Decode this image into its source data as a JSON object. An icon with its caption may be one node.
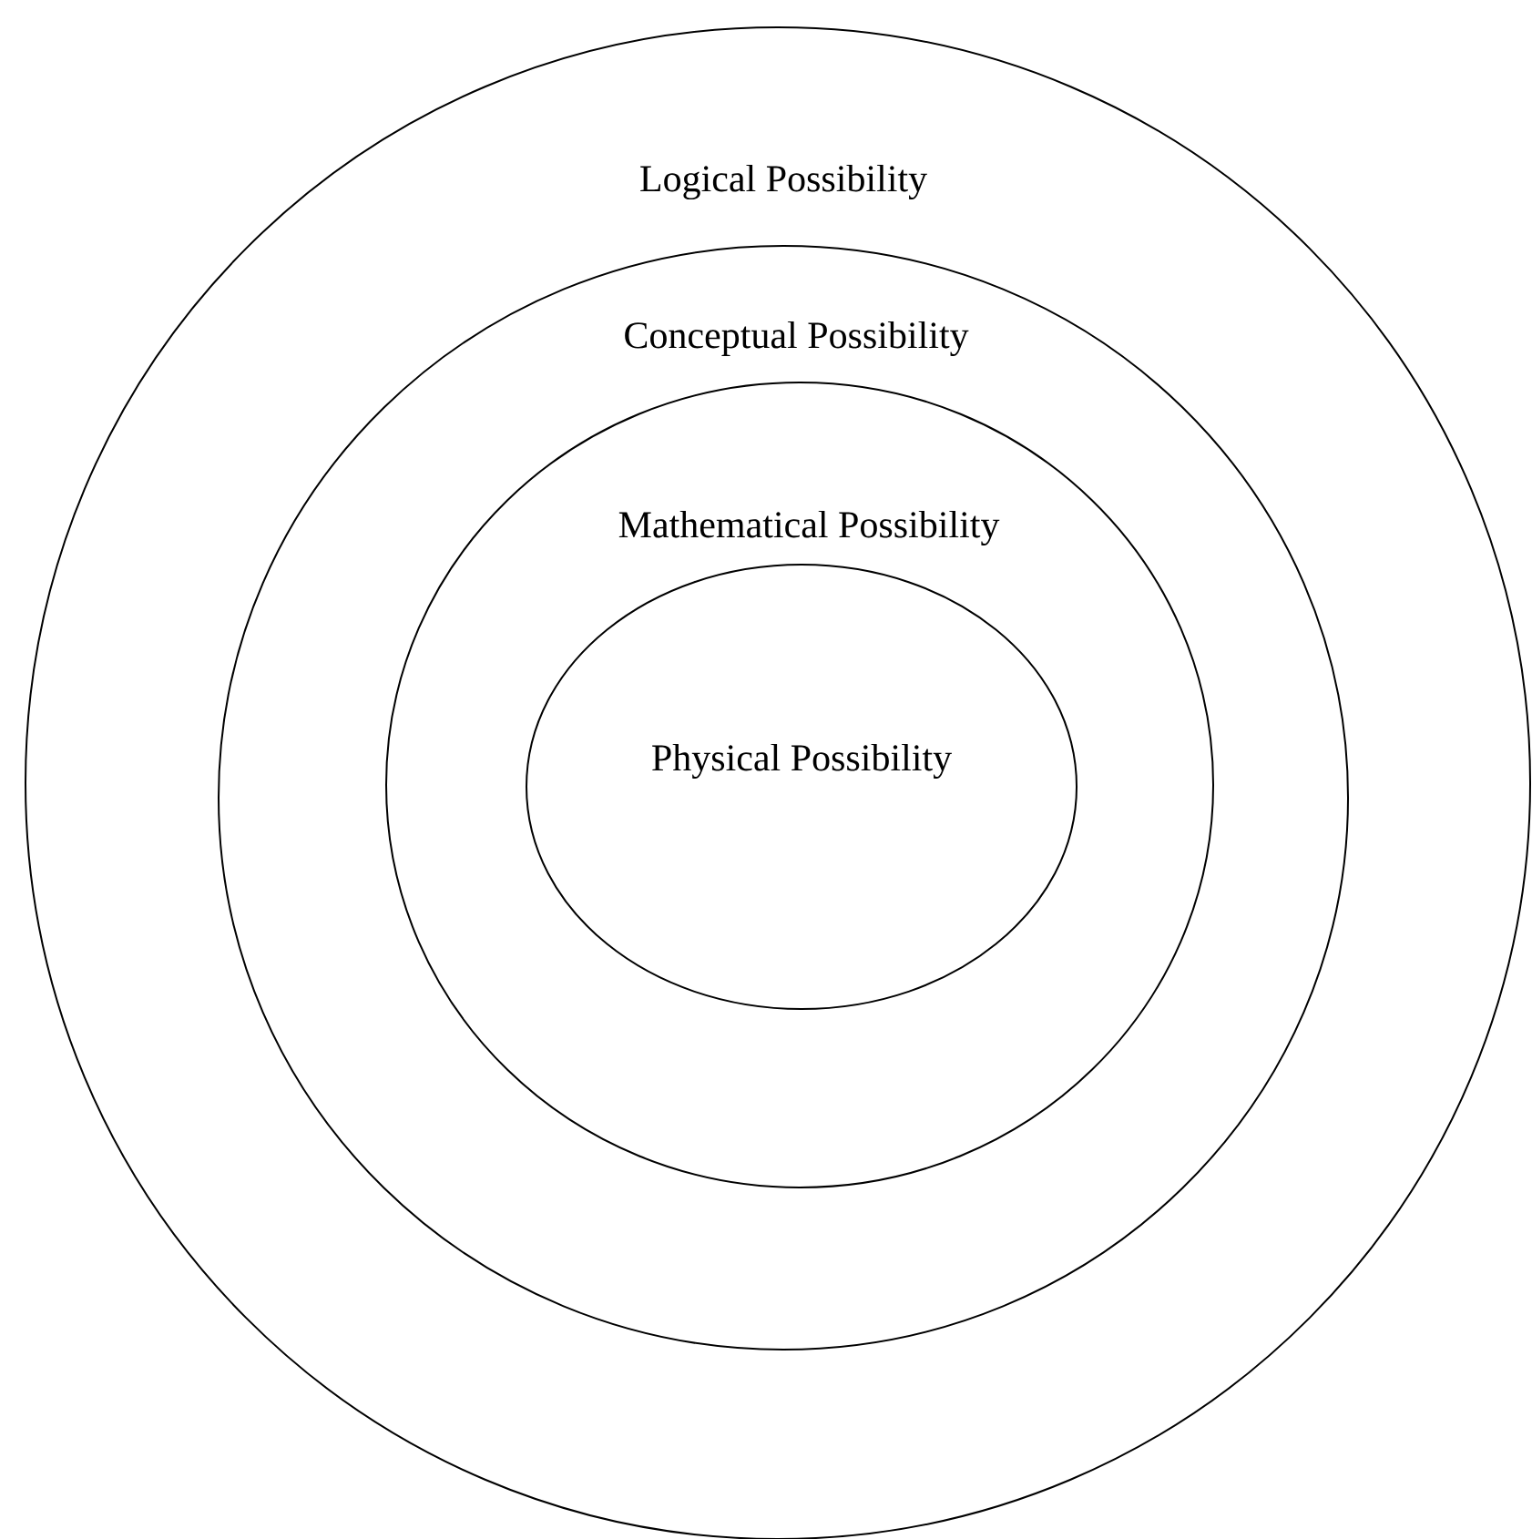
{
  "diagram": {
    "nodes": [
      {
        "text": [
          "Logical Possibility"
        ]
      },
      {
        "text": [
          "Conceptual Possibility"
        ],
        "in": 0
      },
      {
        "text": [
          "Mathematical Possibility"
        ],
        "in": 1
      },
      {
        "text": [
          "Physical Possibility"
        ],
        "in": 2
      }
    ]
  }
}
